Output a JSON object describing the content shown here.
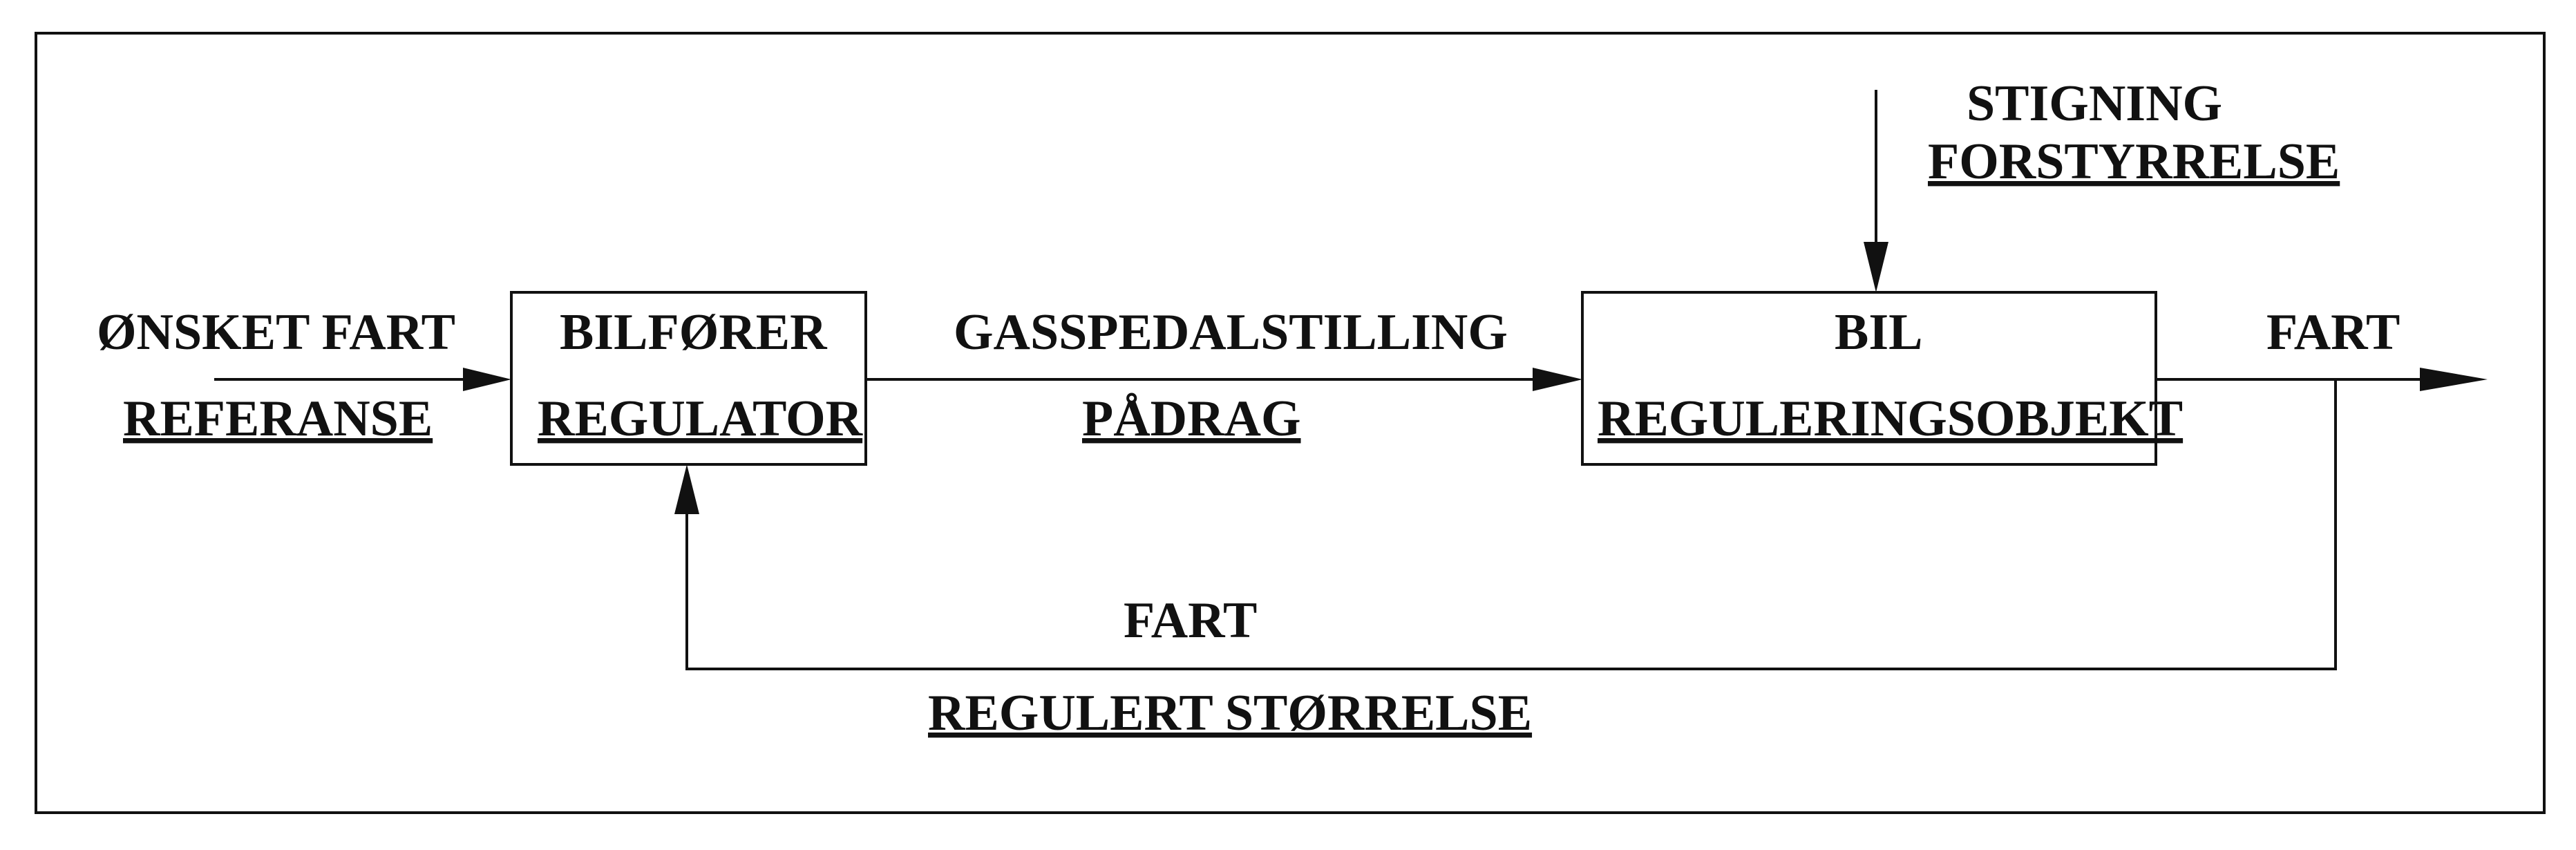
{
  "diagram": {
    "input": {
      "top": "ØNSKET FART",
      "bottom": "REFERANSE"
    },
    "controller": {
      "top": "BILFØRER",
      "bottom": "REGULATOR"
    },
    "control_signal": {
      "top": "GASSPEDALSTILLING",
      "bottom": "PÅDRAG"
    },
    "plant": {
      "top": "BIL",
      "bottom": "REGULERINGSOBJEKT"
    },
    "disturbance": {
      "top": "STIGNING",
      "bottom": "FORSTYRRELSE"
    },
    "output": {
      "top": "FART"
    },
    "feedback": {
      "top": "FART",
      "bottom": "REGULERT STØRRELSE"
    }
  }
}
